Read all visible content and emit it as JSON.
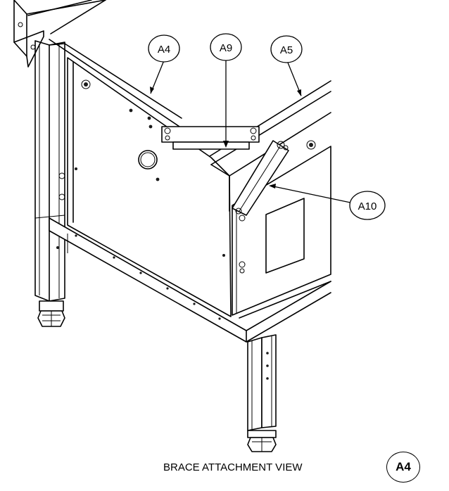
{
  "callouts": {
    "a4": "A4",
    "a9": "A9",
    "a5": "A5",
    "a10": "A10"
  },
  "caption": {
    "title": "BRACE ATTACHMENT VIEW",
    "view_label": "A4"
  }
}
